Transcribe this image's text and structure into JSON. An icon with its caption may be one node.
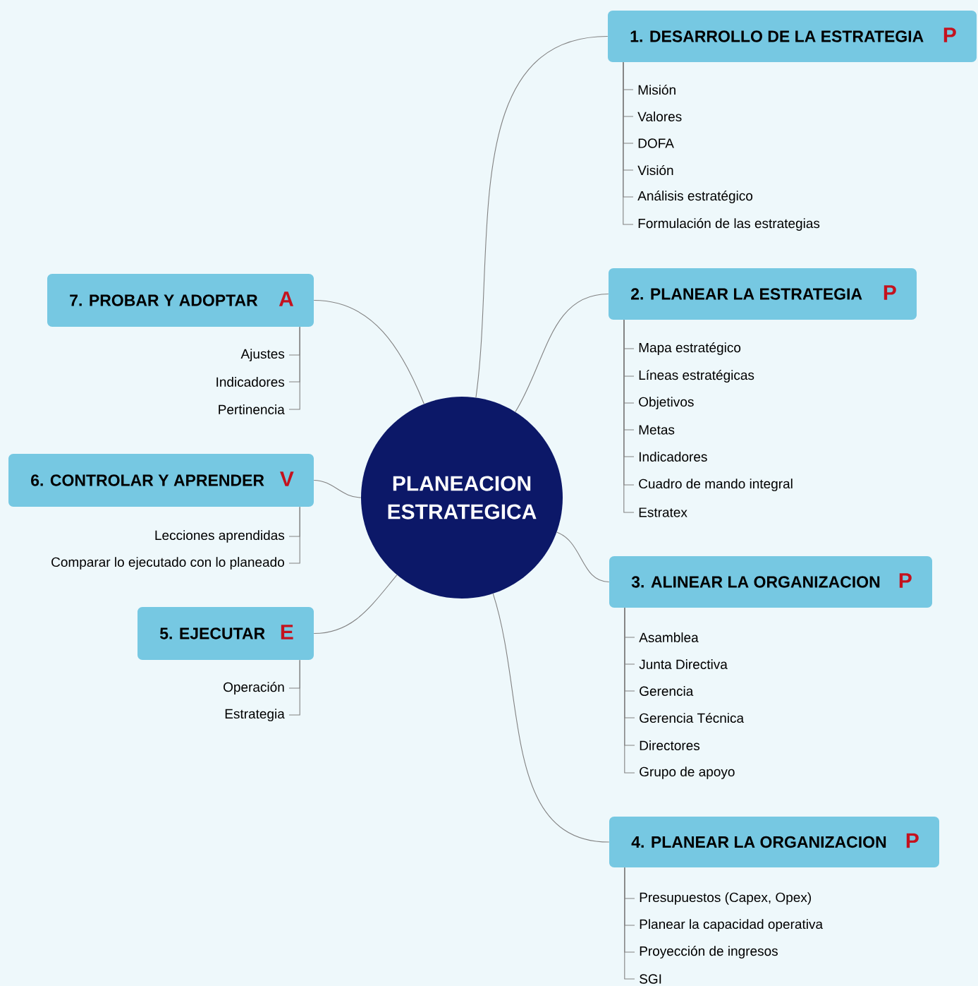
{
  "diagram": {
    "nodes": [
      {
        "text": [
          "PLANEACION ESTRATEGICA"
        ]
      },
      {
        "text": [
          "1. DESARROLLO DE LA ESTRATEGIA",
          "P"
        ]
      },
      {
        "text": [
          "Misión"
        ]
      },
      {
        "text": [
          "Valores"
        ]
      },
      {
        "text": [
          "DOFA"
        ]
      },
      {
        "text": [
          "Visión"
        ]
      },
      {
        "text": [
          "Análisis estratégico"
        ]
      },
      {
        "text": [
          "Formulación de las estrategias"
        ]
      },
      {
        "text": [
          "2. PLANEAR LA ESTRATEGIA",
          "P"
        ]
      },
      {
        "text": [
          "Mapa estratégico"
        ]
      },
      {
        "text": [
          "Líneas estratégicas"
        ]
      },
      {
        "text": [
          "Objetivos"
        ]
      },
      {
        "text": [
          "Metas"
        ]
      },
      {
        "text": [
          "Indicadores"
        ]
      },
      {
        "text": [
          "Cuadro de mando integral"
        ]
      },
      {
        "text": [
          "Estratex"
        ]
      },
      {
        "text": [
          "3. ALINEAR LA ORGANIZACION",
          "P"
        ]
      },
      {
        "text": [
          "Asamblea"
        ]
      },
      {
        "text": [
          "Junta Directiva"
        ]
      },
      {
        "text": [
          "Gerencia"
        ]
      },
      {
        "text": [
          "Gerencia Técnica"
        ]
      },
      {
        "text": [
          "Directores"
        ]
      },
      {
        "text": [
          "Grupo de apoyo"
        ]
      },
      {
        "text": [
          "4. PLANEAR LA ORGANIZACION",
          "P"
        ]
      },
      {
        "text": [
          "Presupuestos (Capex, Opex)"
        ]
      },
      {
        "text": [
          "Planear la capacidad operativa"
        ]
      },
      {
        "text": [
          "Proyección de ingresos"
        ]
      },
      {
        "text": [
          "SGI"
        ]
      },
      {
        "text": [
          "5. EJECUTAR",
          "E"
        ]
      },
      {
        "text": [
          "Operación"
        ]
      },
      {
        "text": [
          "Estrategia"
        ]
      },
      {
        "text": [
          "6. CONTROLAR Y APRENDER",
          "V"
        ]
      },
      {
        "text": [
          "Lecciones aprendidas"
        ]
      },
      {
        "text": [
          "Comparar lo ejecutado con lo planeado"
        ]
      },
      {
        "text": [
          "7. PROBAR Y ADOPTAR",
          "A"
        ]
      },
      {
        "text": [
          "Ajustes"
        ]
      },
      {
        "text": [
          "Indicadores"
        ]
      },
      {
        "text": [
          "Pertinencia"
        ]
      }
    ],
    "edges": [
      {
        "from": 0,
        "to": 1,
        "arrow": "none"
      },
      {
        "from": 1,
        "to": 2,
        "arrow": "none"
      },
      {
        "from": 1,
        "to": 3,
        "arrow": "none"
      },
      {
        "from": 1,
        "to": 4,
        "arrow": "none"
      },
      {
        "from": 1,
        "to": 5,
        "arrow": "none"
      },
      {
        "from": 1,
        "to": 6,
        "arrow": "none"
      },
      {
        "from": 1,
        "to": 7,
        "arrow": "none"
      },
      {
        "from": 0,
        "to": 8,
        "arrow": "none"
      },
      {
        "from": 8,
        "to": 9,
        "arrow": "none"
      },
      {
        "from": 8,
        "to": 10,
        "arrow": "none"
      },
      {
        "from": 8,
        "to": 11,
        "arrow": "none"
      },
      {
        "from": 8,
        "to": 12,
        "arrow": "none"
      },
      {
        "from": 8,
        "to": 13,
        "arrow": "none"
      },
      {
        "from": 8,
        "to": 14,
        "arrow": "none"
      },
      {
        "from": 8,
        "to": 15,
        "arrow": "none"
      },
      {
        "from": 0,
        "to": 16,
        "arrow": "none"
      },
      {
        "from": 16,
        "to": 17,
        "arrow": "none"
      },
      {
        "from": 16,
        "to": 18,
        "arrow": "none"
      },
      {
        "from": 16,
        "to": 19,
        "arrow": "none"
      },
      {
        "from": 16,
        "to": 20,
        "arrow": "none"
      },
      {
        "from": 16,
        "to": 21,
        "arrow": "none"
      },
      {
        "from": 16,
        "to": 22,
        "arrow": "none"
      },
      {
        "from": 0,
        "to": 23,
        "arrow": "none"
      },
      {
        "from": 23,
        "to": 24,
        "arrow": "none"
      },
      {
        "from": 23,
        "to": 25,
        "arrow": "none"
      },
      {
        "from": 23,
        "to": 26,
        "arrow": "none"
      },
      {
        "from": 23,
        "to": 27,
        "arrow": "none"
      },
      {
        "from": 0,
        "to": 28,
        "arrow": "none"
      },
      {
        "from": 28,
        "to": 29,
        "arrow": "none"
      },
      {
        "from": 28,
        "to": 30,
        "arrow": "none"
      },
      {
        "from": 0,
        "to": 31,
        "arrow": "none"
      },
      {
        "from": 31,
        "to": 32,
        "arrow": "none"
      },
      {
        "from": 31,
        "to": 33,
        "arrow": "none"
      },
      {
        "from": 0,
        "to": 34,
        "arrow": "none"
      },
      {
        "from": 34,
        "to": 35,
        "arrow": "none"
      },
      {
        "from": 34,
        "to": 36,
        "arrow": "none"
      },
      {
        "from": 34,
        "to": 37,
        "arrow": "none"
      }
    ]
  }
}
